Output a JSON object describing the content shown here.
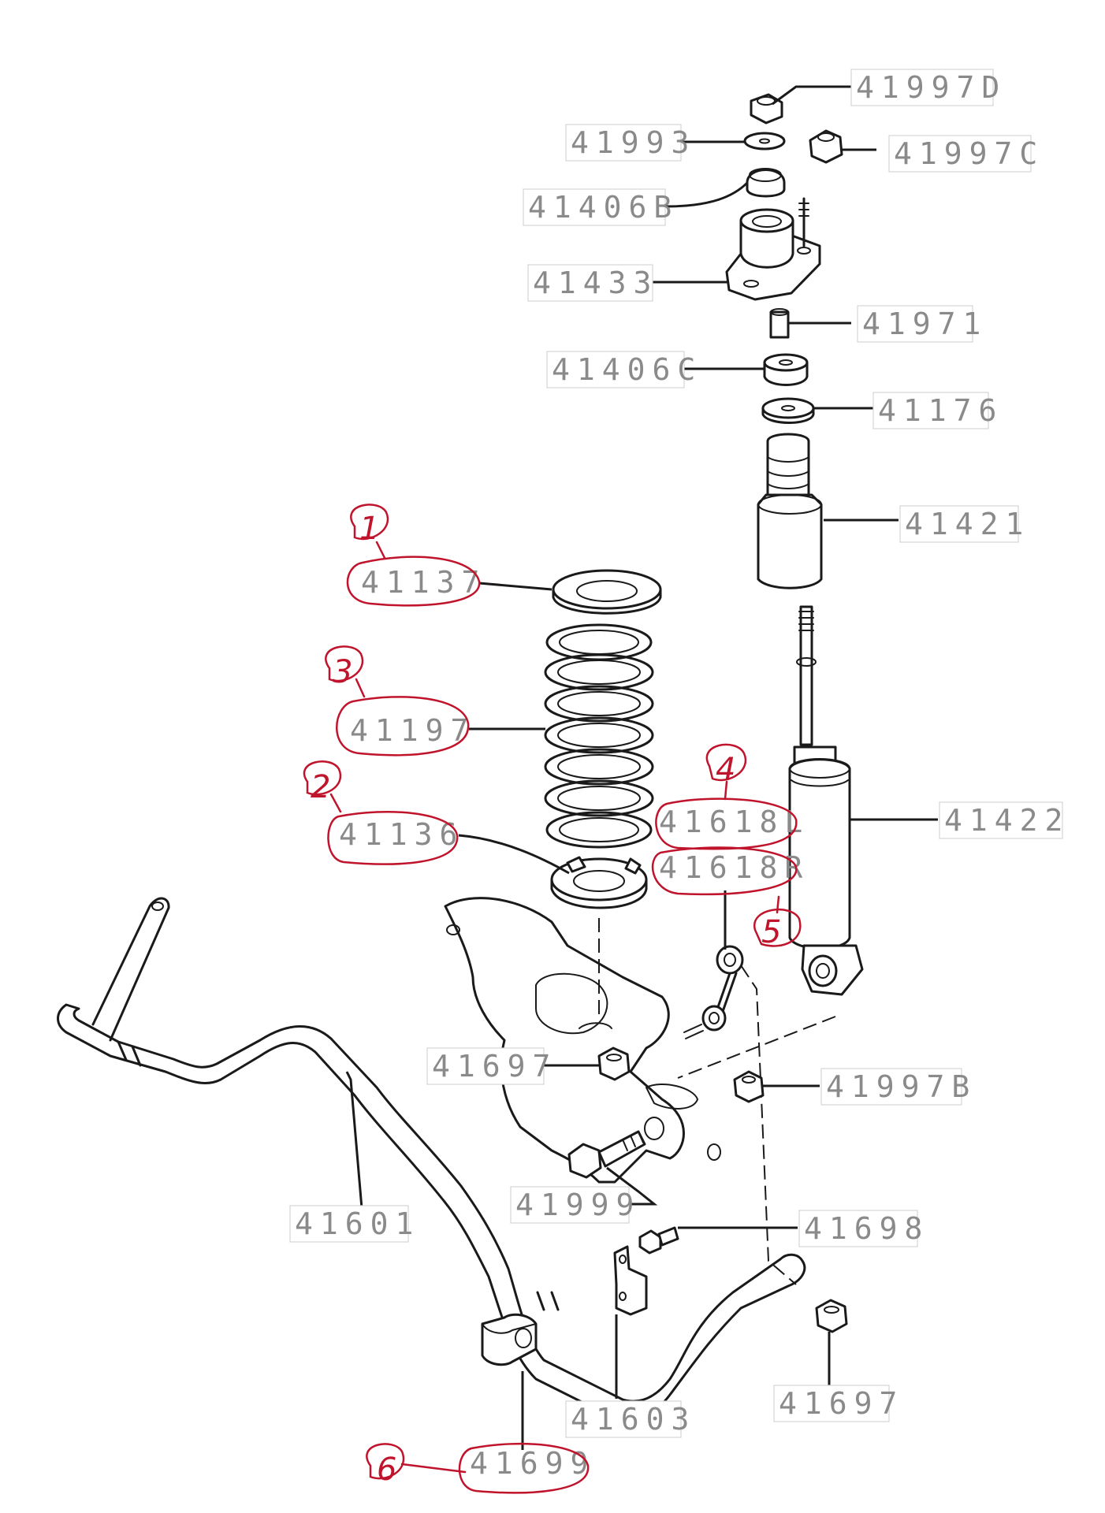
{
  "diagram": {
    "labels": {
      "p41997D": "41997D",
      "p41993": "41993",
      "p41997C": "41997C",
      "p41406B": "41406B",
      "p41433": "41433",
      "p41971": "41971",
      "p41406C": "41406C",
      "p41176": "41176",
      "p41421": "41421",
      "p41137": "41137",
      "p41197": "41197",
      "p41136": "41136",
      "p41618L": "41618L",
      "p41618R": "41618R",
      "p41422": "41422",
      "p41697a": "41697",
      "p41997B": "41997B",
      "p41999": "41999",
      "p41601": "41601",
      "p41698": "41698",
      "p41603": "41603",
      "p41697b": "41697",
      "p41699": "41699"
    },
    "callouts": {
      "c1": "1",
      "c2": "2",
      "c3": "3",
      "c4": "4",
      "c5": "5",
      "c6": "6"
    },
    "colors": {
      "annotation": "#c0142c",
      "label_text": "#8a8a8a",
      "line_art": "#1a1a1a"
    }
  }
}
